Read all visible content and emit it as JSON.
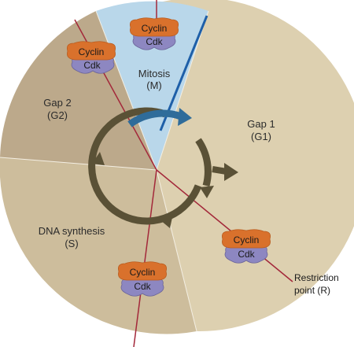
{
  "phases": {
    "mitosis": {
      "line1": "Mitosis",
      "line2": "(M)"
    },
    "gap1": {
      "line1": "Gap 1",
      "line2": "(G1)"
    },
    "gap2": {
      "line1": "Gap 2",
      "line2": "(G2)"
    },
    "dna": {
      "line1": "DNA synthesis",
      "line2": "(S)"
    }
  },
  "complexes": [
    {
      "cyclin": "Cyclin",
      "cdk": "Cdk"
    },
    {
      "cyclin": "Cyclin",
      "cdk": "Cdk"
    },
    {
      "cyclin": "Cyclin",
      "cdk": "Cdk"
    },
    {
      "cyclin": "Cyclin",
      "cdk": "Cdk"
    }
  ],
  "restriction": {
    "line1": "Restriction",
    "line2": "point (R)"
  },
  "colors": {
    "mitosis": "#b9d7ea",
    "gap1": "#ddd0b0",
    "gap2": "#bca98b",
    "dna": "#cdbd9c",
    "cyclin": "#d9712c",
    "cdk": "#8d87c1",
    "arrow": "#5a5136",
    "redline": "#a3283a",
    "blueline": "#1e5fa8"
  }
}
